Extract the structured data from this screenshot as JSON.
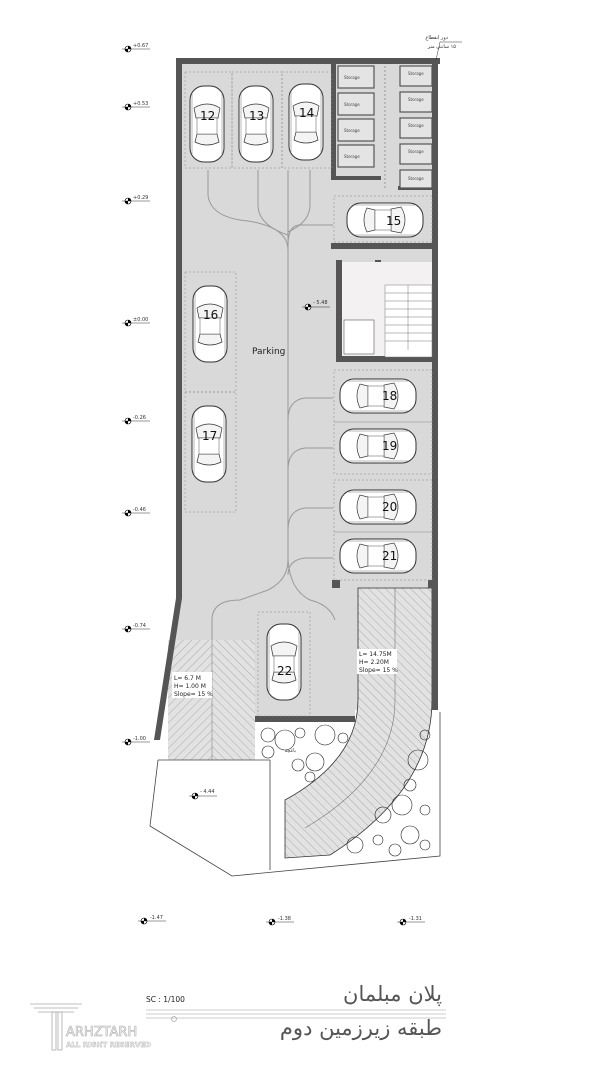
{
  "plan": {
    "area_label": "Parking",
    "parking_spots": [
      "12",
      "13",
      "14",
      "15",
      "16",
      "17",
      "18",
      "19",
      "20",
      "21",
      "22"
    ],
    "storage_label": "Storage",
    "wall_note": [
      "دور انقطاع",
      "۱۵ سانتی متر"
    ],
    "garden_label": "باغچه",
    "floor_levels": {
      "parking": "- 5.48",
      "yard": "- 4.44"
    },
    "ramp_left": {
      "length": "L=  6.7 M",
      "height": "H= 1.00 M",
      "slope": "Slope= 15 %"
    },
    "ramp_right": {
      "length": "L= 14.75M",
      "height": "H= 2.20M",
      "slope": "Slope= 15 %"
    }
  },
  "elevations_side": [
    "+0.67",
    "+0.53",
    "+0.29",
    "±0.00",
    "-0.26",
    "-0.46",
    "-0.74",
    "-1.00"
  ],
  "elevations_bottom": [
    "-1.47",
    "-1.38",
    "-1.31"
  ],
  "footer": {
    "scale": "SC : 1/100",
    "title_line1": "پلان مبلمان",
    "title_line2": "طبقه زیرزمین دوم",
    "logo_text": "ARHZTARH",
    "logo_subtext": "ALL RIGHT RESERVED"
  },
  "colors": {
    "floor": "#d9d9d9",
    "wall": "#555555",
    "hatch": "#999999"
  }
}
